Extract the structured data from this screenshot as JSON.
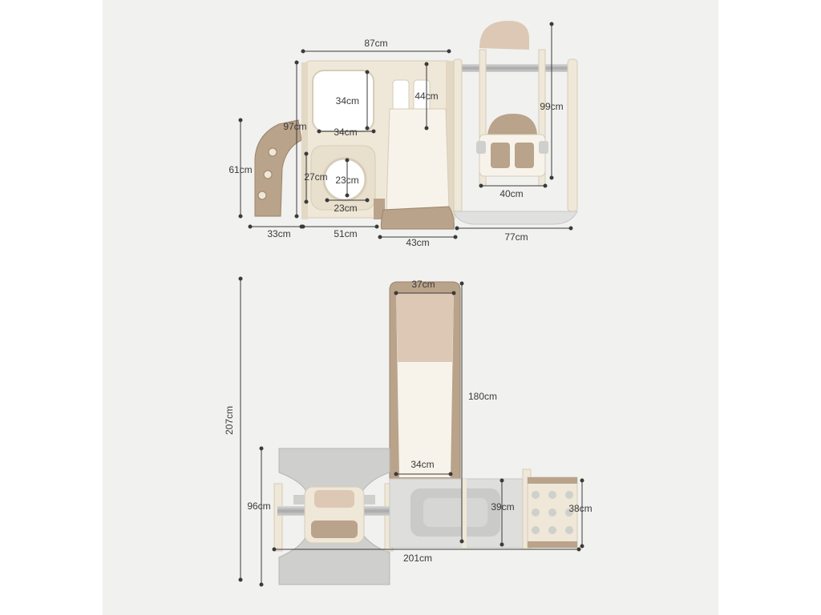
{
  "colors": {
    "background": "#f1f1ef",
    "cream": "#efe7d7",
    "cream_dark": "#e3d8c3",
    "tan": "#b9a38a",
    "tan_dark": "#9b846a",
    "gray_base": "#cfcfcd",
    "gray_dark": "#b6b6b4",
    "dimension_line": "#3a3a3a"
  },
  "dimensions": {
    "front": {
      "total_width": "87cm",
      "window_height": "34cm",
      "slide_window_height": "44cm",
      "total_height": "97cm",
      "window_width": "34cm",
      "steps_height": "61cm",
      "porthole_frame_height": "27cm",
      "porthole_height": "23cm",
      "porthole_width": "23cm",
      "steps_depth": "33cm",
      "tower_width": "51cm",
      "slide_width": "43cm",
      "swing_height": "99cm",
      "seat_width": "40cm",
      "swing_width": "77cm"
    },
    "top": {
      "total_depth": "207cm",
      "slide_top_width": "37cm",
      "slide_length": "180cm",
      "slide_bottom_width": "34cm",
      "swing_depth": "96cm",
      "platform_depth": "39cm",
      "steps_width": "38cm",
      "total_length": "201cm"
    }
  }
}
